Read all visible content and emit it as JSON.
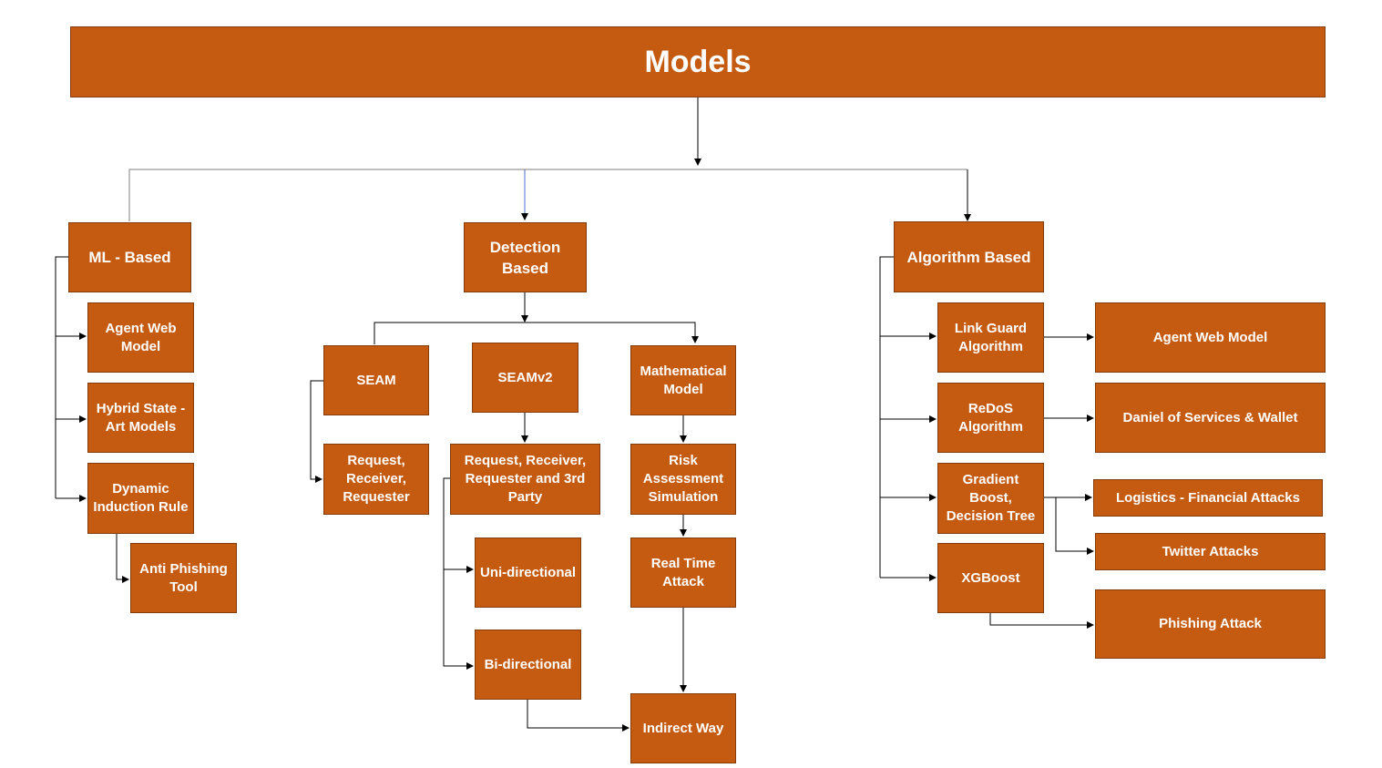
{
  "title": "Models",
  "categories": {
    "ml": "ML - Based",
    "detection": "Detection\nBased",
    "algorithm": "Algorithm Based"
  },
  "ml_items": {
    "agent_web": "Agent Web\nModel",
    "hybrid": "Hybrid State -\nArt Models",
    "dynamic": "Dynamic\nInduction Rule",
    "anti_phishing": "Anti Phishing\nTool"
  },
  "detection_items": {
    "seam": "SEAM",
    "seamv2": "SEAMv2",
    "math": "Mathematical\nModel",
    "seam_child": "Request,\nReceiver,\nRequester",
    "seamv2_child": "Request, Receiver,\nRequester and 3rd\nParty",
    "risk": "Risk\nAssessment\nSimulation",
    "uni": "Uni-directional",
    "realtime": "Real Time\nAttack",
    "bi": "Bi-directional",
    "indirect": "Indirect Way"
  },
  "algorithm_items": {
    "link_guard": "Link Guard\nAlgorithm",
    "redos": "ReDoS\nAlgorithm",
    "gradient": "Gradient\nBoost,\nDecision Tree",
    "xgboost": "XGBoost",
    "agent_web_model": "Agent Web Model",
    "daniel": "Daniel of Services & Wallet",
    "logistics": "Logistics - Financial Attacks",
    "twitter": "Twitter Attacks",
    "phishing": "Phishing Attack"
  }
}
